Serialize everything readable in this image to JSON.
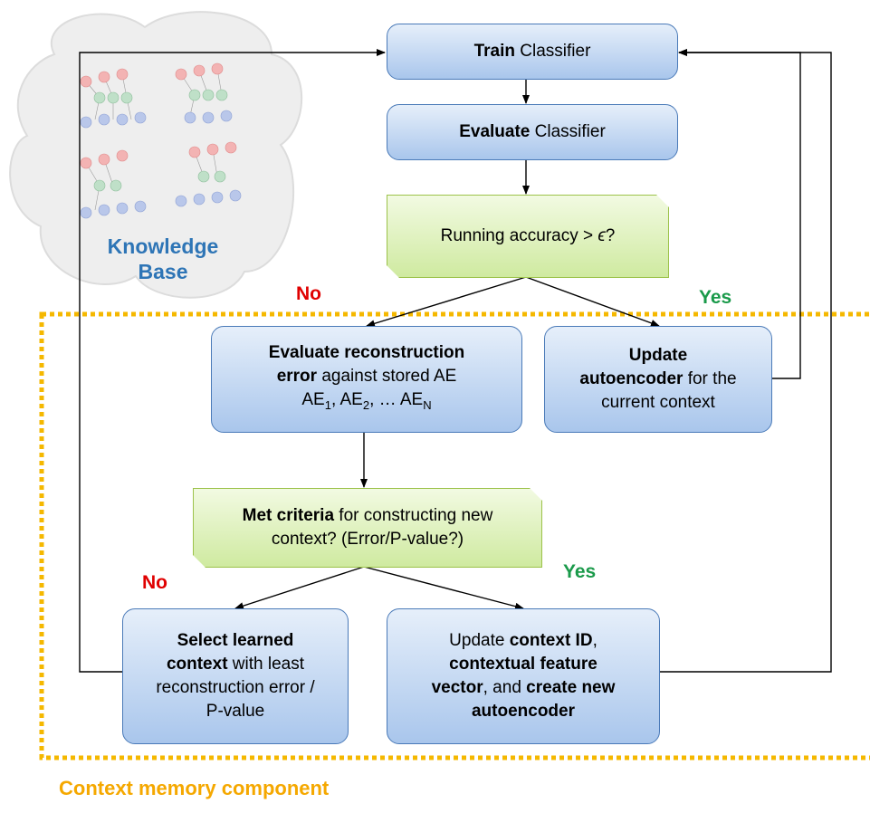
{
  "knowledge_base": {
    "line1": "Knowledge",
    "line2": "Base"
  },
  "nodes": {
    "train": {
      "bold": "Train",
      "text": " Classifier"
    },
    "evaluate": {
      "bold": "Evaluate",
      "text": " Classifier"
    },
    "accuracy": {
      "text": "Running accuracy > ",
      "symbol": "ϵ",
      "suffix": "?"
    },
    "recon": {
      "bold1": "Evaluate reconstruction",
      "bold2": "error",
      "text": " against stored AE",
      "ae1": "AE",
      "sub1": "1",
      "ae2": ", AE",
      "sub2": "2",
      "ae3": ", … AE",
      "subN": "N"
    },
    "update_ae": {
      "bold1": "Update",
      "bold2": "autoencoder",
      "text1": " for the",
      "text2": "current context"
    },
    "criteria": {
      "bold": "Met criteria",
      "text1": " for constructing new",
      "text2": "context? (Error/P-value?)"
    },
    "select": {
      "bold1": "Select learned",
      "bold2": "context",
      "text1": " with least",
      "text2": "reconstruction error /",
      "text3": "P-value"
    },
    "update_ctx": {
      "text1": "Update ",
      "bold1": "context ID",
      "text2": ",",
      "bold2": "contextual feature",
      "bold3": "vector",
      "text3": ", and ",
      "bold4": "create new",
      "bold5": "autoencoder"
    }
  },
  "edge_labels": {
    "no_top": "No",
    "yes_top": "Yes",
    "no_bottom": "No",
    "yes_bottom": "Yes"
  },
  "region": {
    "label": "Context memory component"
  },
  "colors": {
    "arrow": "#000000",
    "no": "#e00000",
    "yes": "#1a9a4a",
    "region": "#f5a800",
    "kb_text": "#2e75b6"
  }
}
